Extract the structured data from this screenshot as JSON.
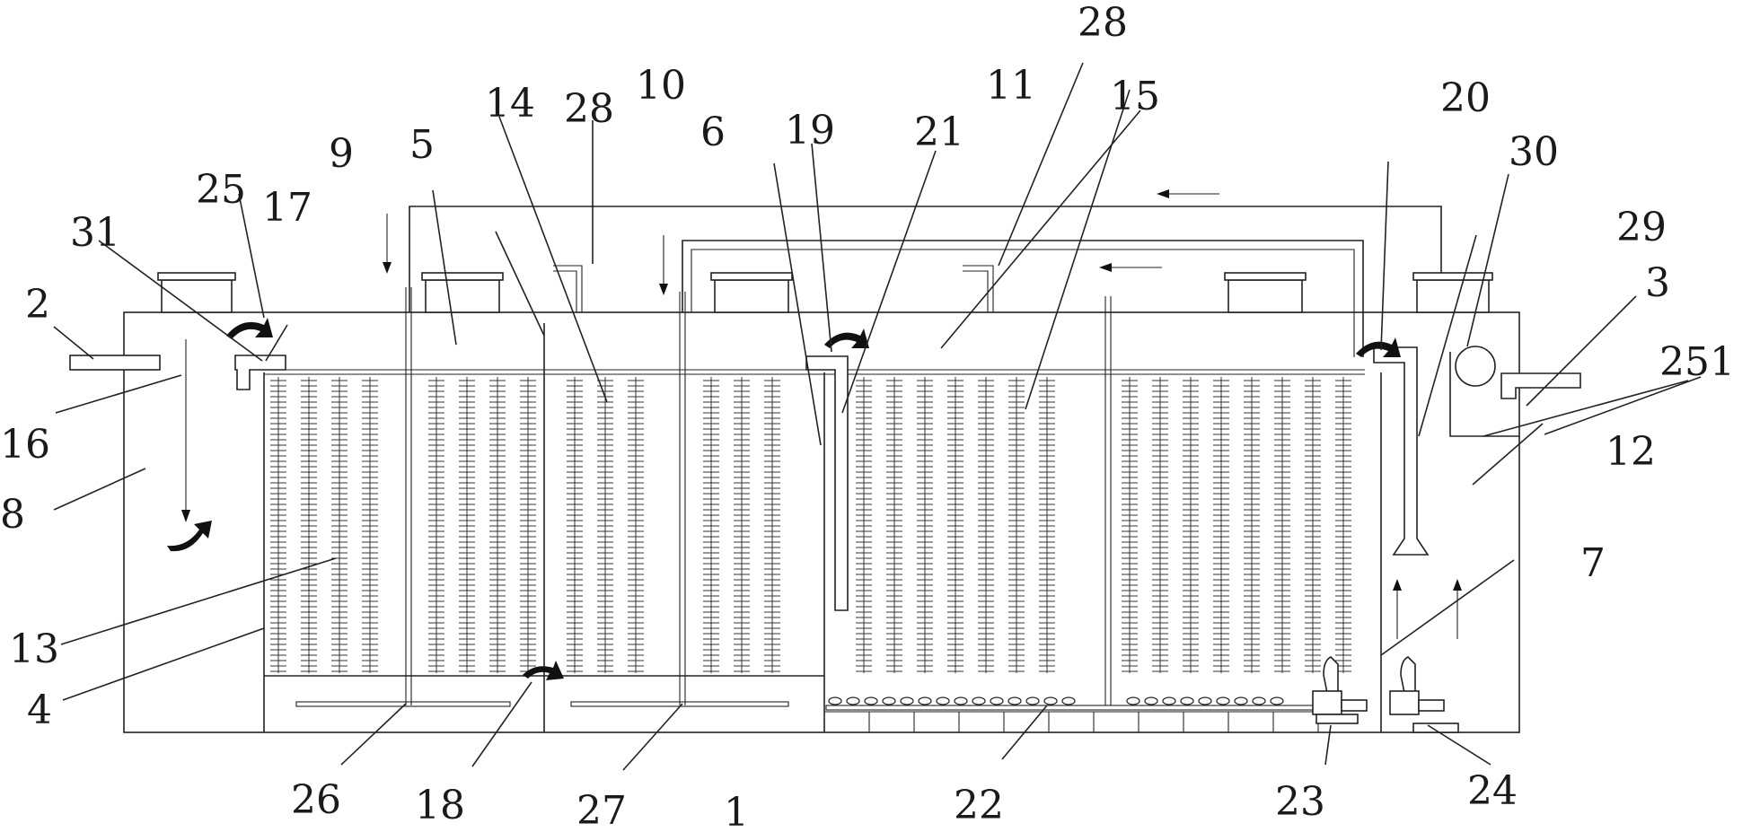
{
  "colors": {
    "line": "#222222",
    "background": "#ffffff"
  },
  "labels": {
    "l1": "1",
    "l2": "2",
    "l3": "3",
    "l4": "4",
    "l5": "5",
    "l6": "6",
    "l7": "7",
    "l8": "8",
    "l9": "9",
    "l10": "10",
    "l11": "11",
    "l12": "12",
    "l13": "13",
    "l14": "14",
    "l15": "15",
    "l16": "16",
    "l17": "17",
    "l18": "18",
    "l19": "19",
    "l20": "20",
    "l21": "21",
    "l22": "22",
    "l23": "23",
    "l24": "24",
    "l25": "25",
    "l26": "26",
    "l27": "27",
    "l28a": "28",
    "l28b": "28",
    "l29": "29",
    "l30": "30",
    "l31": "31",
    "l251": "251"
  },
  "icons": {
    "flow_arrow": "curved-flow-arrow-icon",
    "pump": "submersible-pump-icon",
    "aerator": "aeration-disc-icon",
    "valve": "valve-circle-icon"
  }
}
